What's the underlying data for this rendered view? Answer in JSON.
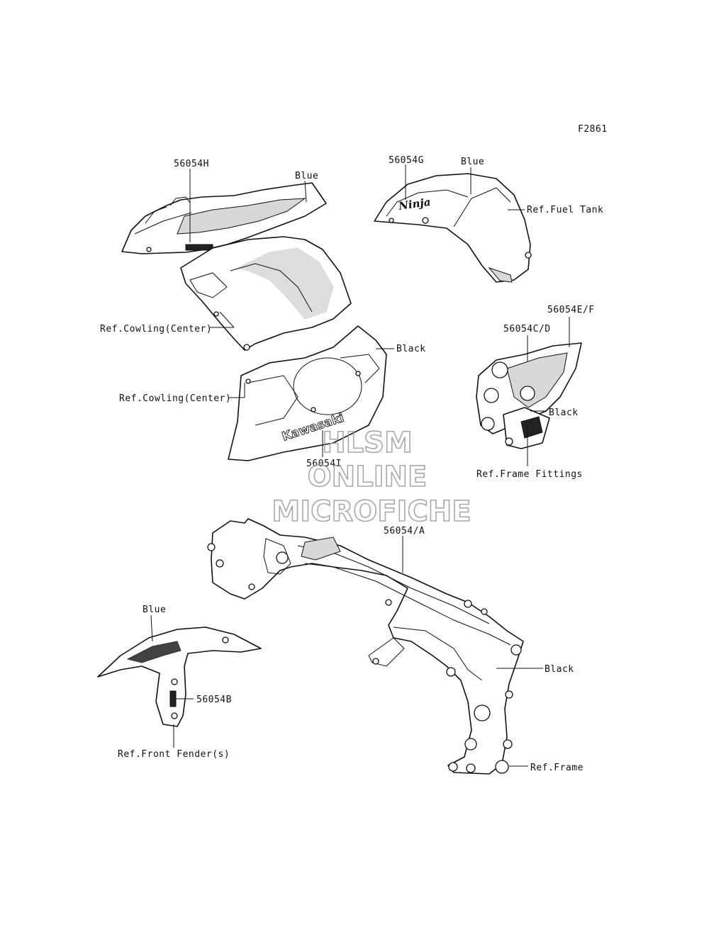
{
  "figure_id": "F2861",
  "labels": {
    "part_56054H": "56054H",
    "blue_upper": "Blue",
    "ref_cowling_center_1": "Ref.Cowling(Center)",
    "part_56054G": "56054G",
    "blue_tank": "Blue",
    "ref_fuel_tank": "Ref.Fuel Tank",
    "black_lower_cowl": "Black",
    "ref_cowling_center_2": "Ref.Cowling(Center)",
    "part_56054I": "56054I",
    "part_56054EF": "56054E/F",
    "part_56054CD": "56054C/D",
    "black_fitting": "Black",
    "ref_frame_fittings": "Ref.Frame Fittings",
    "part_56054A": "56054/A",
    "blue_fender": "Blue",
    "part_56054B": "56054B",
    "black_frame": "Black",
    "ref_front_fenders": "Ref.Front Fender(s)",
    "ref_frame": "Ref.Frame"
  },
  "decals": {
    "kawasaki": "Kawasaki",
    "ninja": "Ninja"
  },
  "watermark": {
    "line1": "HLSM",
    "line2": "ONLINE",
    "line3": "MICROFICHE"
  }
}
